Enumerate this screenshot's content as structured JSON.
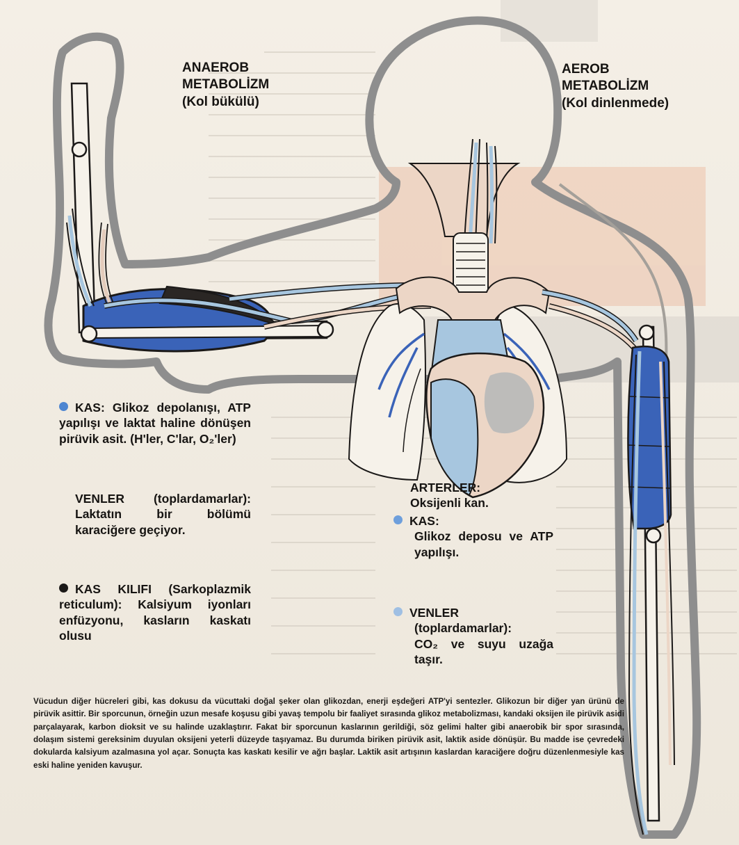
{
  "colors": {
    "muscle_blue": "#3a63b8",
    "vessel_light_blue": "#a7c6df",
    "organ_beige": "#ecd6c6",
    "outline": "#1b1918",
    "body_outline_gray": "#8e8e8e",
    "paper": "#f1ece2",
    "liver_gray": "#bdbcba",
    "text": "#161412"
  },
  "labels": {
    "anaerob": {
      "line1": "ANAEROB",
      "line2": "METABOLİZM",
      "line3": "(Kol bükülü)"
    },
    "aerob": {
      "line1": "AEROB",
      "line2": "METABOLİZM",
      "line3": "(Kol dinlenmede)"
    },
    "kas_left": {
      "title": "KAS:",
      "text": "Glikoz depolanışı, ATP yapılışı ve laktat haline dönüşen pirüvik asit. (H'ler, C'lar, O₂'ler)"
    },
    "venler_left": {
      "title": "VENLER (toplardamarlar):",
      "text": "Laktatın bir bölümü karaciğere geçiyor."
    },
    "kas_kilifi": {
      "title": "KAS KILIFI (Sarkoplazmik reticulum):",
      "text": "Kalsiyum iyonları enfüzyonu, kasların kaskatı olusu"
    },
    "arterler": {
      "title": "ARTERLER:",
      "text": "Oksijenli kan."
    },
    "kas_right": {
      "title": "KAS:",
      "text": "Glikoz deposu ve ATP yapılışı."
    },
    "venler_right": {
      "title": "VENLER",
      "subtitle": "(toplardamarlar):",
      "text": "CO₂ ve suyu uzağa taşır."
    }
  },
  "caption": "Vücudun diğer hücreleri gibi, kas dokusu da vücuttaki doğal şeker olan glikozdan, enerji eşdeğeri ATP'yi sentezler. Glikozun bir diğer yan ürünü de pirüvik asittir. Bir sporcunun, örneğin uzun mesafe koşusu gibi yavaş tempolu bir faaliyet sırasında glikoz metabolizması, kandaki oksijen ile pirüvik asidi parçalayarak, karbon dioksit ve su halinde uzaklaştırır. Fakat bir sporcunun kaslarının gerildiği, söz gelimi halter gibi anaerobik bir spor sırasında, dolaşım sistemi gereksinim duyulan oksijeni yeterli düzeyde taşıyamaz. Bu durumda biriken pirüvik asit, laktik aside dönüşür. Bu madde ise çevredeki dokularda kalsiyum azalmasına yol açar. Sonuçta kas kaskatı kesilir ve ağrı başlar. Laktik asit artışının kaslardan karaciğere doğru düzenlenmesiyle kas eski haline yeniden kavuşur."
}
